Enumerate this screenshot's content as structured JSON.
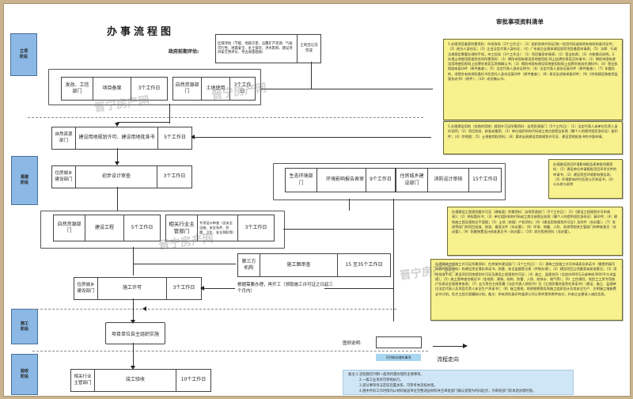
{
  "title": "办事流程图",
  "materials_title": "审批事项资料清单",
  "stages": [
    {
      "label": "立项\n阶段"
    },
    {
      "label": "报建\n阶段"
    },
    {
      "label": "施工\n阶段"
    },
    {
      "label": "验收\n阶段"
    }
  ],
  "pre_eval": {
    "label": "政府前期评估:",
    "regional": "区域评估（节能、地质灾害、压覆矿产资源、气候可行性、地震安全、水土保持、洪水影响、建设项目安全预评价、考古调查勘探）",
    "land": "土地出让前完成"
  },
  "steps": {
    "project_filing": {
      "dept": "发改、工信部门",
      "name": "项目备案",
      "time": "3个工作日"
    },
    "land_use": {
      "dept": "自然资源部门",
      "name": "土地使用",
      "time": "3个工作日"
    },
    "land_permit": {
      "dept": "自然资源部门",
      "name": "建设用地规划许可、建设用地批准书",
      "time": "5个工作日"
    },
    "prelim_design": {
      "dept": "住房城乡建设部门",
      "name": "初步设计审查",
      "time": "3个工作日"
    },
    "env": {
      "dept": "生态环境部门",
      "name": "环境影响报告表审",
      "time": "9个工作日"
    },
    "fire": {
      "dept": "住房城乡建设部门",
      "name": "消防设计审核",
      "time": "15个工作日"
    },
    "eng_permit": {
      "dept": "自然资源部门",
      "name": "建设工程",
      "time": "5个工作日"
    },
    "special": {
      "dept": "相关行业主管部门",
      "name": "专项设计审查（含安全设施、安全条件、防雷、卫生、安全预防等）",
      "time": "3个工作日"
    },
    "drawing": {
      "dept": "第三方机构",
      "name": "施工图审查",
      "time": "15 至35个工作日"
    },
    "construction_permit": {
      "dept": "住房城乡建设部门",
      "name": "施工许可",
      "time": "3个工作日"
    },
    "self_impl": {
      "name": "项目单位自主组织实施"
    },
    "acceptance": {
      "dept": "相关行业主管部门",
      "name": "竣工验收",
      "time": "10个工作日"
    }
  },
  "restart_note": "根据需要办理，再开工（领取施工许可证之日起三个月内）",
  "notes": [
    "1.办理项目备案所需资料：市发改局（3个工作日）：（1）组织机构代码证/统一信用代码或其他有效机构身份证件；（2）经办人身份证；（3）企业法定代表人身份证；（4）广东省企业基本建设投资项目备案申请表；（5）法律、行政法规规定需要办理的手续。市工信局（3个工作日）：（1）项目备案申请表；（2）营业执照；（3）节能情况说明。2.办理土地使用权使用合同所需资料：（1）揭阳市国有建设用地使用权 网上挂牌交易竞买申请书；（2）揭阳市国有建设用地使用权网上挂牌交易竞买资格确认书；（3）揭阳市国有建设用地使用权网上挂牌交易成交通知书；（4）营业执照副本复印件（原件备查）；（5）法定代表人身份证明书；（6）法定代表人身份证复印件（原件备查）；（7）如委托的，须提交有效授权委托书及受托人身份证复印件（原件备查）；（8）保证金进账单复印件；（9）《宗地建设和使用监管协议书》（原件）；（10）成交确认书。",
    "1.办理建设用地（含临时用地）规划许可证所需资料：自然资源部门（5个工作日）：（1）法定代表人或单位负责人身份证明；（2）项目批准、核准或备案；（3）单位组织机构代码或工商注册营业执照（属个人的提供居民身份证）复印件；（4）宗地图；（5）土地使用权资料；（6）要求出具建设用地规划许可证、建设用地批准书的书面申请。",
    "办理建设项目环境影响报告表审批所需资料：（1）建设单位申请报批项目环评文件的申请书；（2）建设项目环境影响报告表；（3）环境影响评价信息公开承诺书；（4）公众参与说明",
    "办理建设工程规划委许可证（建筑类）所需资料：自然资源部门（5个工作日）：（1）《建设工程规划许可申请表》；（2）授权委托书；（3）单位组织机构代码或工商注册营业执照（属个人的提供居民身份证）复印件；（4）建筑施工图及规划总平面图；（5）土地（房屋）产权资料；（6）《建设用地规划许可证》及附件（非必要）；（7）发改等部门的项目批准、核准、备案文件（非必要）；（8）环保、地震、人防、发改等相关主管部门的审查意见（非必要）；（9）防雷装置设计核准意见书（非必要）；（10）其它相关资料（非必要）。",
    "办理建筑工程施工许可证所需资料：住房城乡建设部门（3个工作日）：（1）建筑工程施工许可申请表及承诺书（需提供填写内容的佐证材料）和建设资金落实承诺书，质量、安全监督登记表（并联办理）；（2）建设项目立项备案或核准意见；（3）用地批准手续，建设项目用地规划许可证及建设工程规划许可证；（4）施工、监理合同（总造价800万元或单体3000平方米监理）；（5）施工图审查合格证书（含地质、建筑、结构、防雷、人防、给排水、电气等）；（6）工伤保险、农民工工资专用账户及保证金管理审查表；（7）五方责任主体签署《法定代表人授权书》及《工程质量终身责任承诺书》（建设、施工、监理单位法定代表人及项目负责人安全生产承诺书）；（8）施工图纸，地质勘察报告和施工组织设计及其安全生产、文明施工措施费支付计划，危大工程方案编制计划。备注：所有资料复印件盖原公司公章并提供原件核对，外来企业需录入诚信信息。"
  ],
  "legend": {
    "label": "图例说明:",
    "parallel": "可并联办理的事项",
    "flow": "流程走向"
  },
  "remarks": [
    "备注:1.流程图仅列明一般项目需办理的主要事项。",
    "2.一般工业项目可参照执行。",
    "3.部分事项目法定前后置关系，可参考本流程办理。",
    "4.图中所有工作时限均以材料报送单位完整递送材料并且审批部门确认受理为时间起点，为审批部门的承诺办理时限。"
  ],
  "watermark": "晋宁房产网"
}
